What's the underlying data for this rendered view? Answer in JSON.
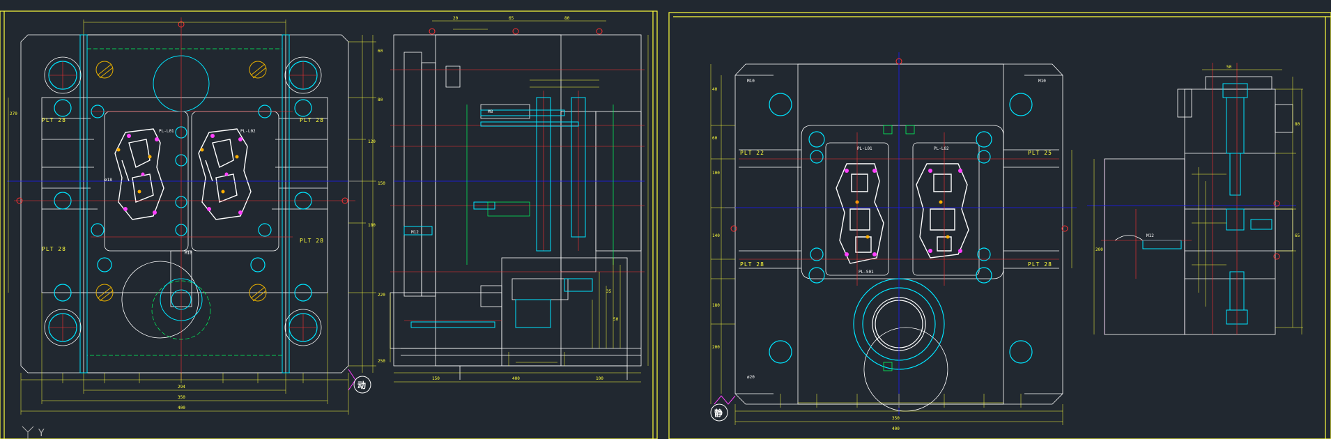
{
  "colors": {
    "background": "#212830",
    "frame": "#ffff3c",
    "outline": "#ffffff",
    "dimension": "#ffff3c",
    "centerline": "#ff3030",
    "axis": "#1a1aff",
    "hole": "#00e5ff",
    "guide": "#00ff60",
    "bolt": "#ff40ff",
    "section": "#e8b000"
  },
  "sheets": [
    {
      "name": "sheet-left",
      "plate_labels": [
        "PLT 28",
        "PLT 28",
        "PLT 28",
        "PLT 28"
      ],
      "overall_dims": [
        "294",
        "350",
        "400"
      ],
      "side_dims": [
        "60",
        "80",
        "120",
        "150",
        "180",
        "220",
        "250",
        "270"
      ],
      "seal": "动"
    },
    {
      "name": "sheet-right",
      "plate_labels": [
        "PLT 22",
        "PLT 25",
        "PLT 28",
        "PLT 28"
      ],
      "overall_dims": [
        "350",
        "400"
      ],
      "side_dims": [
        "40",
        "60",
        "100",
        "140",
        "180",
        "200"
      ],
      "seal": "静"
    }
  ],
  "section_dims": [
    "20",
    "35",
    "50",
    "65",
    "80",
    "100",
    "150",
    "200",
    "400"
  ],
  "part_labels": [
    "PL-L01",
    "PL-L02",
    "PL-S01",
    "M10",
    "M12",
    "M8",
    "ø18",
    "ø20"
  ],
  "ucs_label": "Y"
}
